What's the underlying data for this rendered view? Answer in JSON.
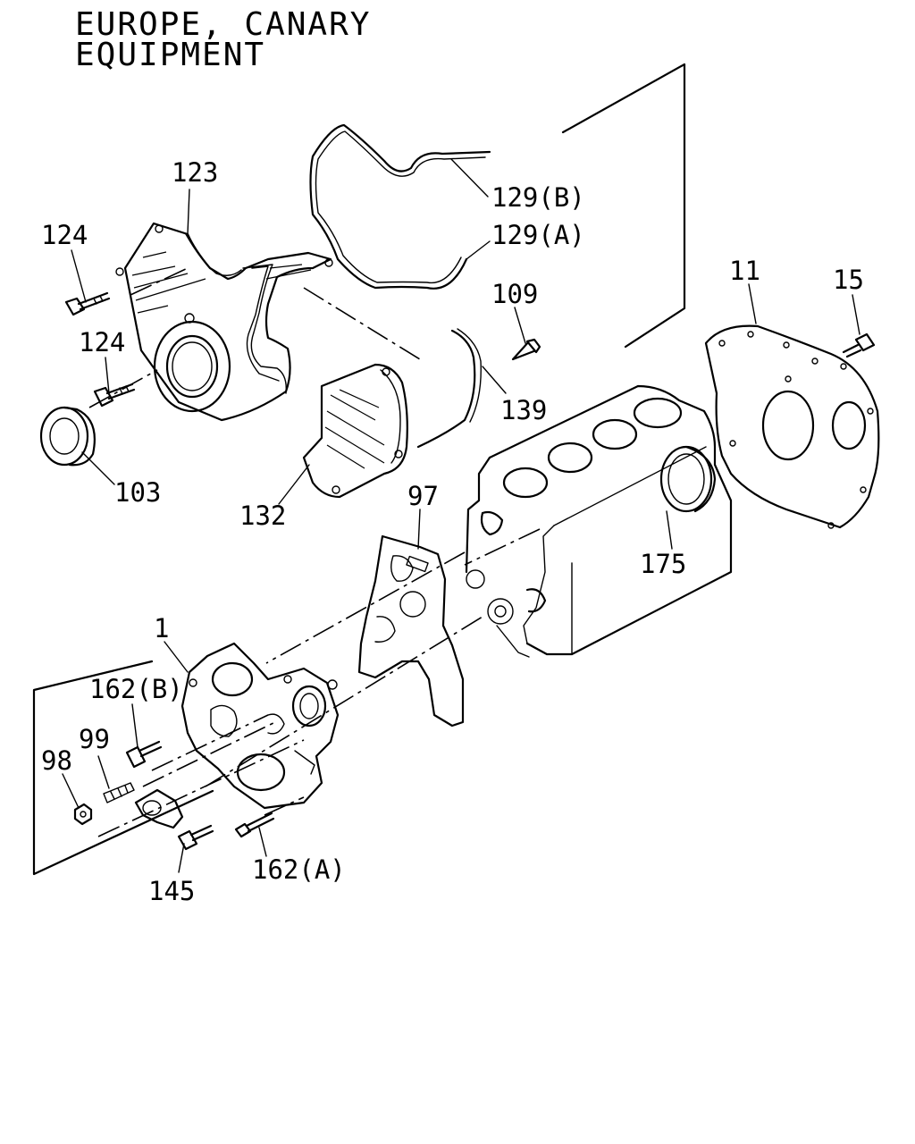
{
  "header": {
    "line1": "EUROPE, CANARY",
    "line2": "EQUIPMENT"
  },
  "callouts": {
    "p123": "123",
    "p124a": "124",
    "p124b": "124",
    "p103": "103",
    "p132": "132",
    "p129b": "129(B)",
    "p129a": "129(A)",
    "p109": "109",
    "p139": "139",
    "p11": "11",
    "p15": "15",
    "p97": "97",
    "p175": "175",
    "p1": "1",
    "p162b": "162(B)",
    "p99": "99",
    "p98": "98",
    "p145": "145",
    "p162a": "162(A)"
  }
}
